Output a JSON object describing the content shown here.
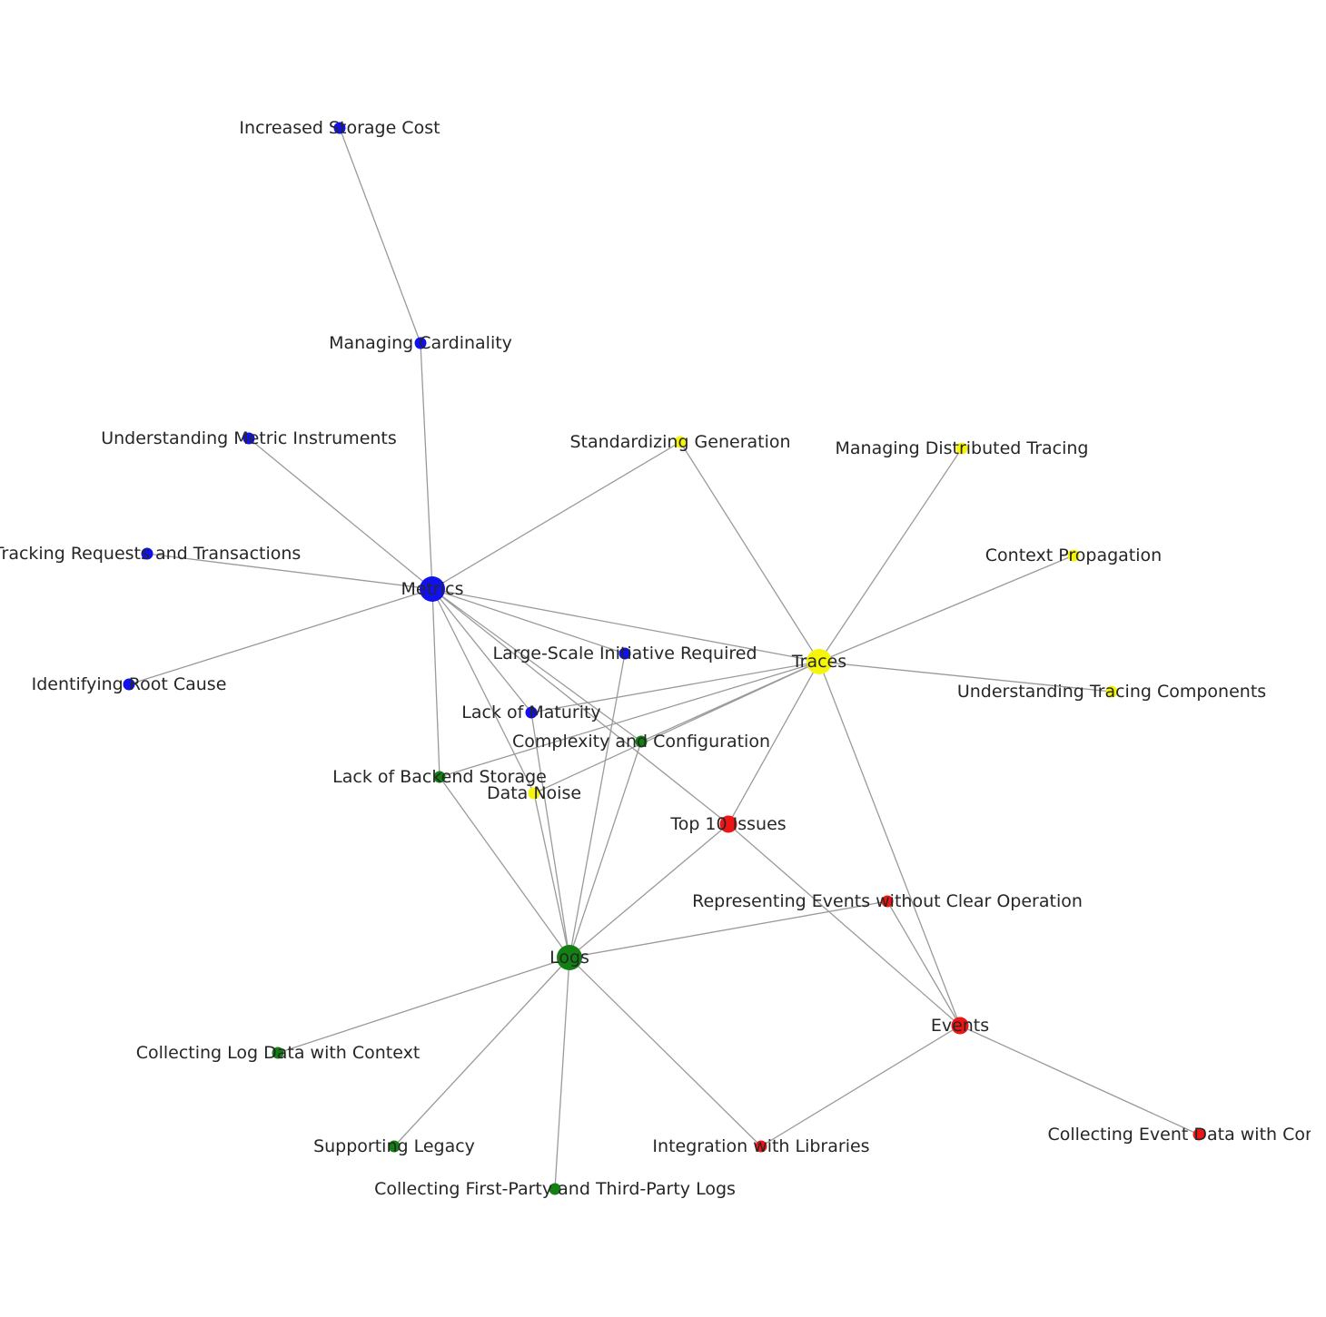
{
  "colors": {
    "blue": "#1010f0",
    "green": "#138013",
    "yellow": "#f5f50a",
    "red": "#f01515",
    "edge": "#9a9a9a",
    "text": "#262626"
  },
  "nodes": [
    {
      "id": "metrics",
      "label": "Metrics",
      "color": "blue",
      "size": "large"
    },
    {
      "id": "traces",
      "label": "Traces",
      "color": "yellow",
      "size": "large"
    },
    {
      "id": "logs",
      "label": "Logs",
      "color": "green",
      "size": "large"
    },
    {
      "id": "events",
      "label": "Events",
      "color": "red",
      "size": "medium"
    },
    {
      "id": "top10",
      "label": "Top 10 Issues",
      "color": "red",
      "size": "medium"
    },
    {
      "id": "increased-storage",
      "label": "Increased Storage Cost",
      "color": "blue",
      "size": "small"
    },
    {
      "id": "managing-cardinality",
      "label": "Managing Cardinality",
      "color": "blue",
      "size": "small"
    },
    {
      "id": "understanding-metric",
      "label": "Understanding Metric Instruments",
      "color": "blue",
      "size": "small"
    },
    {
      "id": "tracking-requests",
      "label": "Tracking Requests and Transactions",
      "color": "blue",
      "size": "small"
    },
    {
      "id": "identifying-root",
      "label": "Identifying Root Cause",
      "color": "blue",
      "size": "small"
    },
    {
      "id": "large-scale",
      "label": "Large-Scale Initiative Required",
      "color": "blue",
      "size": "small"
    },
    {
      "id": "lack-maturity",
      "label": "Lack of Maturity",
      "color": "blue",
      "size": "small"
    },
    {
      "id": "standardizing",
      "label": "Standardizing Generation",
      "color": "yellow",
      "size": "small"
    },
    {
      "id": "managing-dist",
      "label": "Managing Distributed Tracing",
      "color": "yellow",
      "size": "small"
    },
    {
      "id": "context-prop",
      "label": "Context Propagation",
      "color": "yellow",
      "size": "small"
    },
    {
      "id": "understanding-tracing",
      "label": "Understanding Tracing Components",
      "color": "yellow",
      "size": "small"
    },
    {
      "id": "data-noise",
      "label": "Data Noise",
      "color": "yellow",
      "size": "small"
    },
    {
      "id": "complexity",
      "label": "Complexity and Configuration",
      "color": "green",
      "size": "small"
    },
    {
      "id": "lack-backend",
      "label": "Lack of Backend Storage",
      "color": "green",
      "size": "small"
    },
    {
      "id": "collecting-log",
      "label": "Collecting Log Data with Context",
      "color": "green",
      "size": "small"
    },
    {
      "id": "supporting-legacy",
      "label": "Supporting Legacy",
      "color": "green",
      "size": "small"
    },
    {
      "id": "collecting-first",
      "label": "Collecting First-Party and Third-Party Logs",
      "color": "green",
      "size": "small"
    },
    {
      "id": "representing-events",
      "label": "Representing Events without Clear Operation",
      "color": "red",
      "size": "small"
    },
    {
      "id": "integration-libs",
      "label": "Integration with Libraries",
      "color": "red",
      "size": "small"
    },
    {
      "id": "collecting-event",
      "label": "Collecting Event Data with Context",
      "color": "red",
      "size": "small"
    }
  ],
  "edges": [
    [
      "increased-storage",
      "managing-cardinality"
    ],
    [
      "managing-cardinality",
      "metrics"
    ],
    [
      "understanding-metric",
      "metrics"
    ],
    [
      "tracking-requests",
      "metrics"
    ],
    [
      "identifying-root",
      "metrics"
    ],
    [
      "metrics",
      "standardizing"
    ],
    [
      "metrics",
      "large-scale"
    ],
    [
      "metrics",
      "lack-maturity"
    ],
    [
      "metrics",
      "complexity"
    ],
    [
      "metrics",
      "lack-backend"
    ],
    [
      "metrics",
      "data-noise"
    ],
    [
      "metrics",
      "top10"
    ],
    [
      "metrics",
      "traces"
    ],
    [
      "standardizing",
      "traces"
    ],
    [
      "managing-dist",
      "traces"
    ],
    [
      "context-prop",
      "traces"
    ],
    [
      "understanding-tracing",
      "traces"
    ],
    [
      "traces",
      "lack-maturity"
    ],
    [
      "traces",
      "complexity"
    ],
    [
      "traces",
      "lack-backend"
    ],
    [
      "traces",
      "data-noise"
    ],
    [
      "traces",
      "top10"
    ],
    [
      "traces",
      "events"
    ],
    [
      "large-scale",
      "logs"
    ],
    [
      "lack-maturity",
      "logs"
    ],
    [
      "complexity",
      "logs"
    ],
    [
      "lack-backend",
      "logs"
    ],
    [
      "data-noise",
      "logs"
    ],
    [
      "top10",
      "logs"
    ],
    [
      "top10",
      "events"
    ],
    [
      "representing-events",
      "logs"
    ],
    [
      "representing-events",
      "events"
    ],
    [
      "logs",
      "collecting-log"
    ],
    [
      "logs",
      "supporting-legacy"
    ],
    [
      "logs",
      "collecting-first"
    ],
    [
      "logs",
      "integration-libs"
    ],
    [
      "integration-libs",
      "events"
    ],
    [
      "events",
      "collecting-event"
    ]
  ]
}
